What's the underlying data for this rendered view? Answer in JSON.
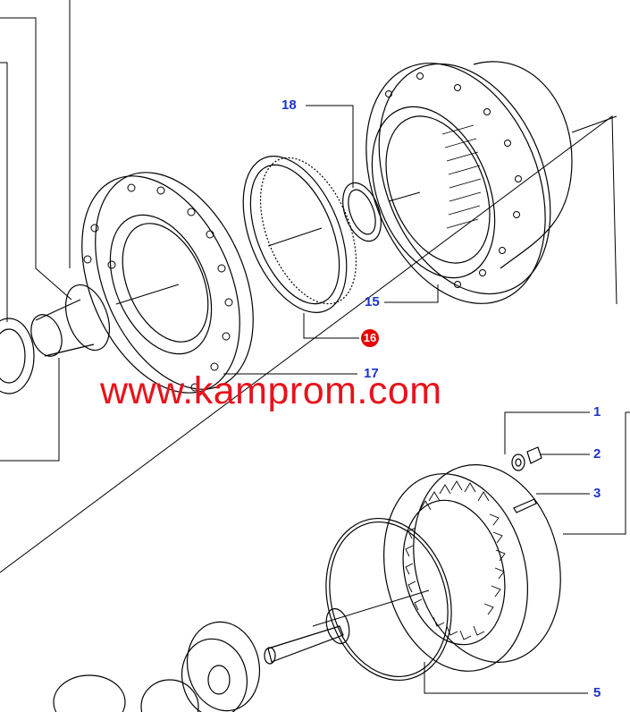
{
  "callouts": {
    "c1": "1",
    "c2": "2",
    "c3": "3",
    "c5": "5",
    "c15": "15",
    "c16": "16",
    "c17": "17",
    "c18": "18"
  },
  "watermark": "www.kamprom.com",
  "colors": {
    "callout_text": "#1a33cc",
    "highlight_badge": "#e60000",
    "watermark": "#e8121b",
    "line_art": "#000000"
  }
}
